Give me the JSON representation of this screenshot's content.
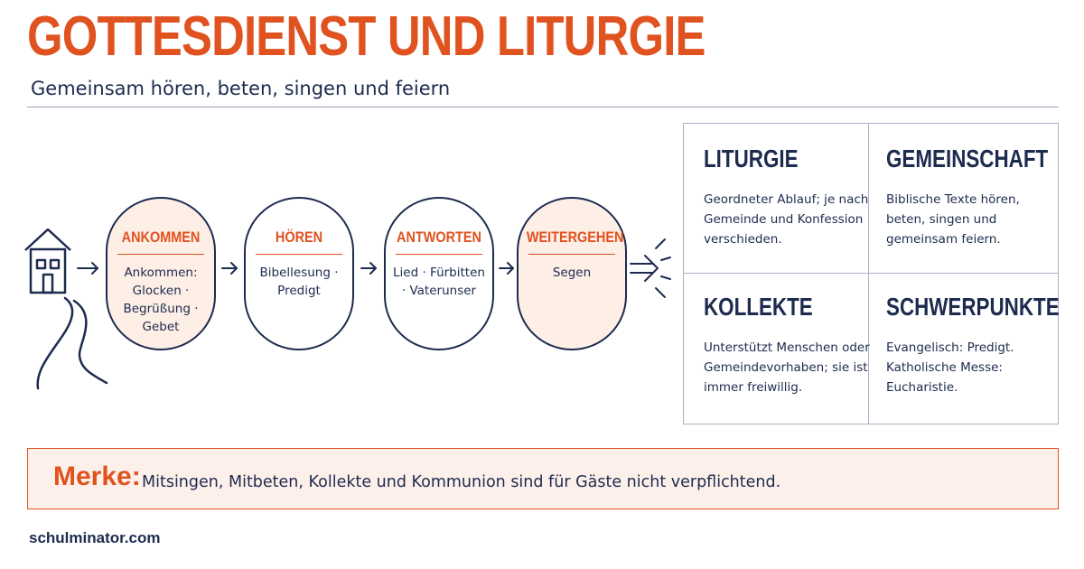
{
  "header": {
    "title": "GOTTESDIENST UND LITURGIE",
    "subtitle": "Gemeinsam hören, beten, singen und feiern"
  },
  "flow": {
    "icons": [
      "house-icon",
      "road-icon",
      "arrow-right-icon",
      "exit-arrow-icon"
    ],
    "steps": [
      {
        "title": "ANKOMMEN",
        "text": "Ankommen: Glocken · Begrüßung · Gebet",
        "highlight": true
      },
      {
        "title": "HÖREN",
        "text": "Bibellesung · Predigt",
        "highlight": false
      },
      {
        "title": "ANTWORTEN",
        "text": "Lied · Fürbitten · Vaterunser",
        "highlight": false
      },
      {
        "title": "WEITERGEHEN",
        "text": "Segen",
        "highlight": true
      }
    ]
  },
  "info": {
    "cells": [
      {
        "title": "LITURGIE",
        "text": "Geordneter Ablauf; je nach Gemeinde und Konfession verschieden."
      },
      {
        "title": "GEMEINSCHAFT",
        "text": "Biblische Texte hören, beten, singen und gemeinsam feiern."
      },
      {
        "title": "KOLLEKTE",
        "text": "Unterstützt Menschen oder Gemeindevorhaben; sie ist immer freiwillig."
      },
      {
        "title": "SCHWERPUNKTE",
        "text": "Evangelisch: Predigt. Katholische Messe: Eucharistie."
      }
    ]
  },
  "merke": {
    "label": "Merke:",
    "text": "Mitsingen, Mitbeten, Kollekte und Kommunion sind für Gäste nicht verpflichtend."
  },
  "footer": {
    "text": "schulminator.com"
  },
  "colors": {
    "accent": "#e0521f",
    "navy": "#1d2b4f",
    "highlight_fill": "#fdeee6"
  }
}
